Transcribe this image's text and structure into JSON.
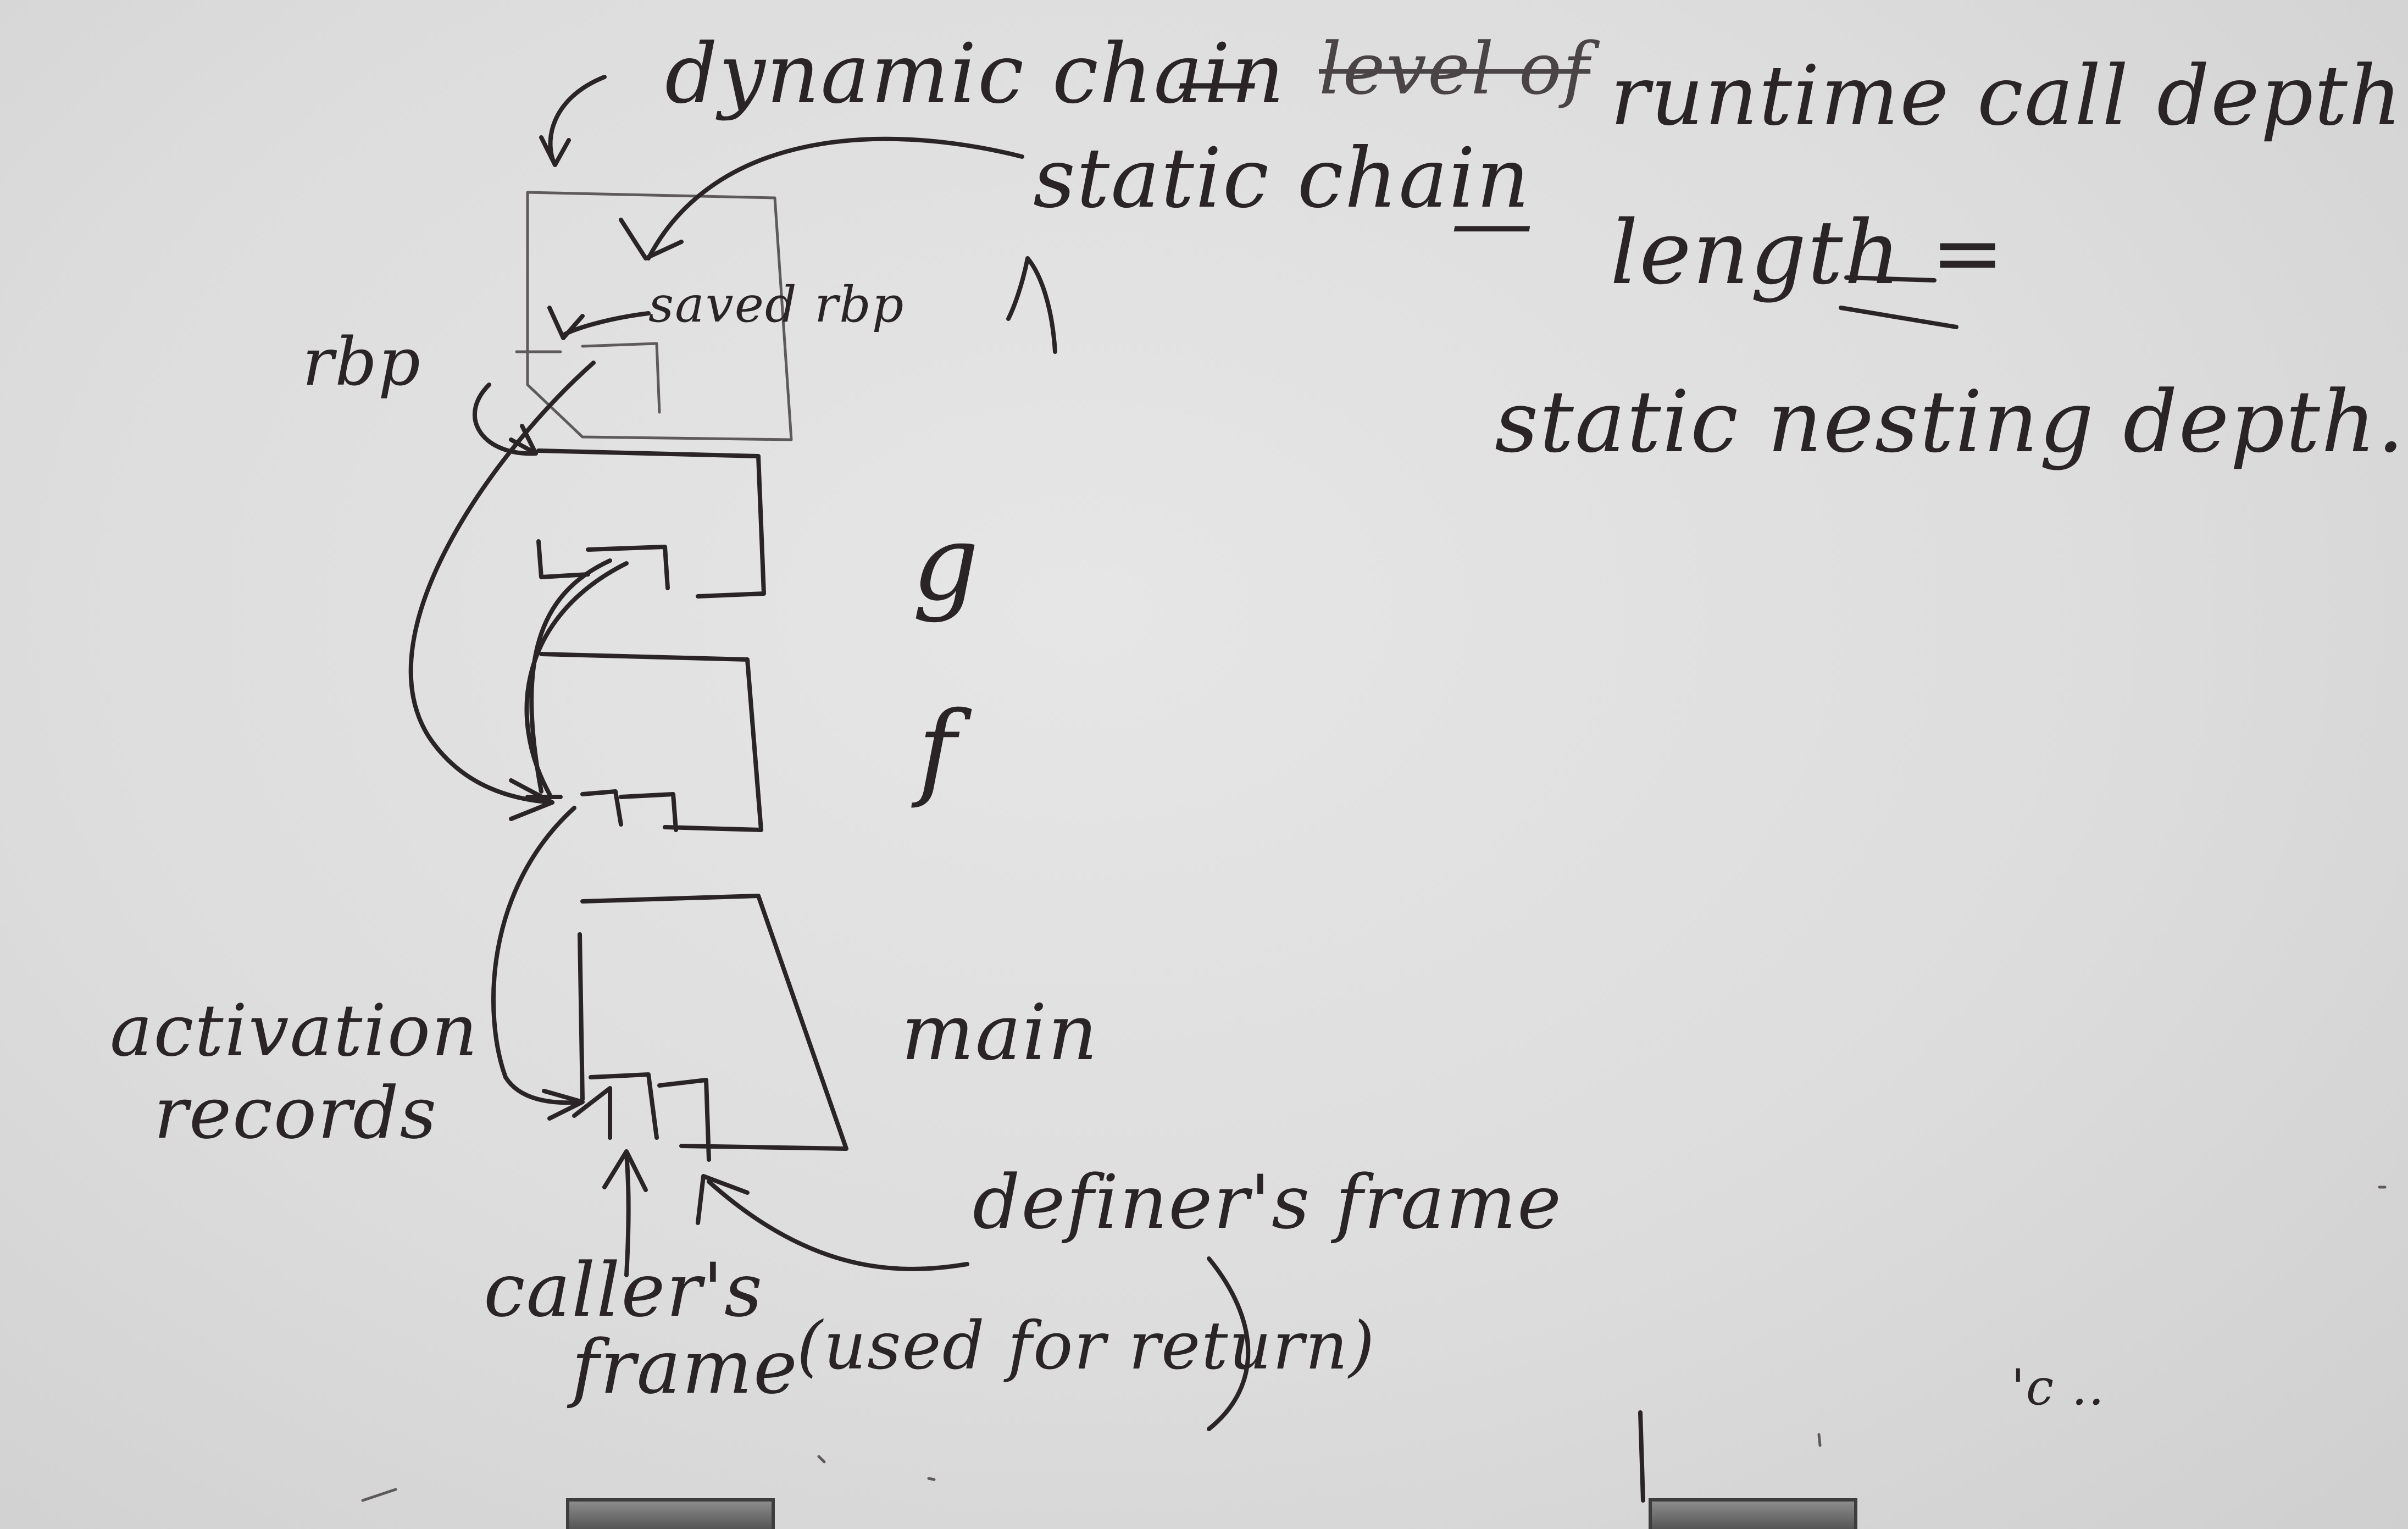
{
  "whiteboard": {
    "top_notes": {
      "dynamic_chain": "dynamic chain",
      "dash_1": "—",
      "struck_text": "level of",
      "runtime_call_depth": "runtime call depth",
      "static_chain": "static chain",
      "dash_2": "—",
      "length": "length =",
      "static_nesting_depth": "static nesting depth."
    },
    "stack_labels": {
      "saved_rbp": "saved rbp",
      "rbp": "rbp",
      "frame_g": "g",
      "frame_f": "f",
      "frame_main": "main",
      "activation_records_line1": "activation",
      "activation_records_line2": "records"
    },
    "bottom_notes": {
      "definers_frame": "definer's frame",
      "callers_frame_line1": "caller's",
      "callers_frame_line2": "frame",
      "used_for_return": "(used for return)"
    },
    "stray_marks": "'c .."
  }
}
